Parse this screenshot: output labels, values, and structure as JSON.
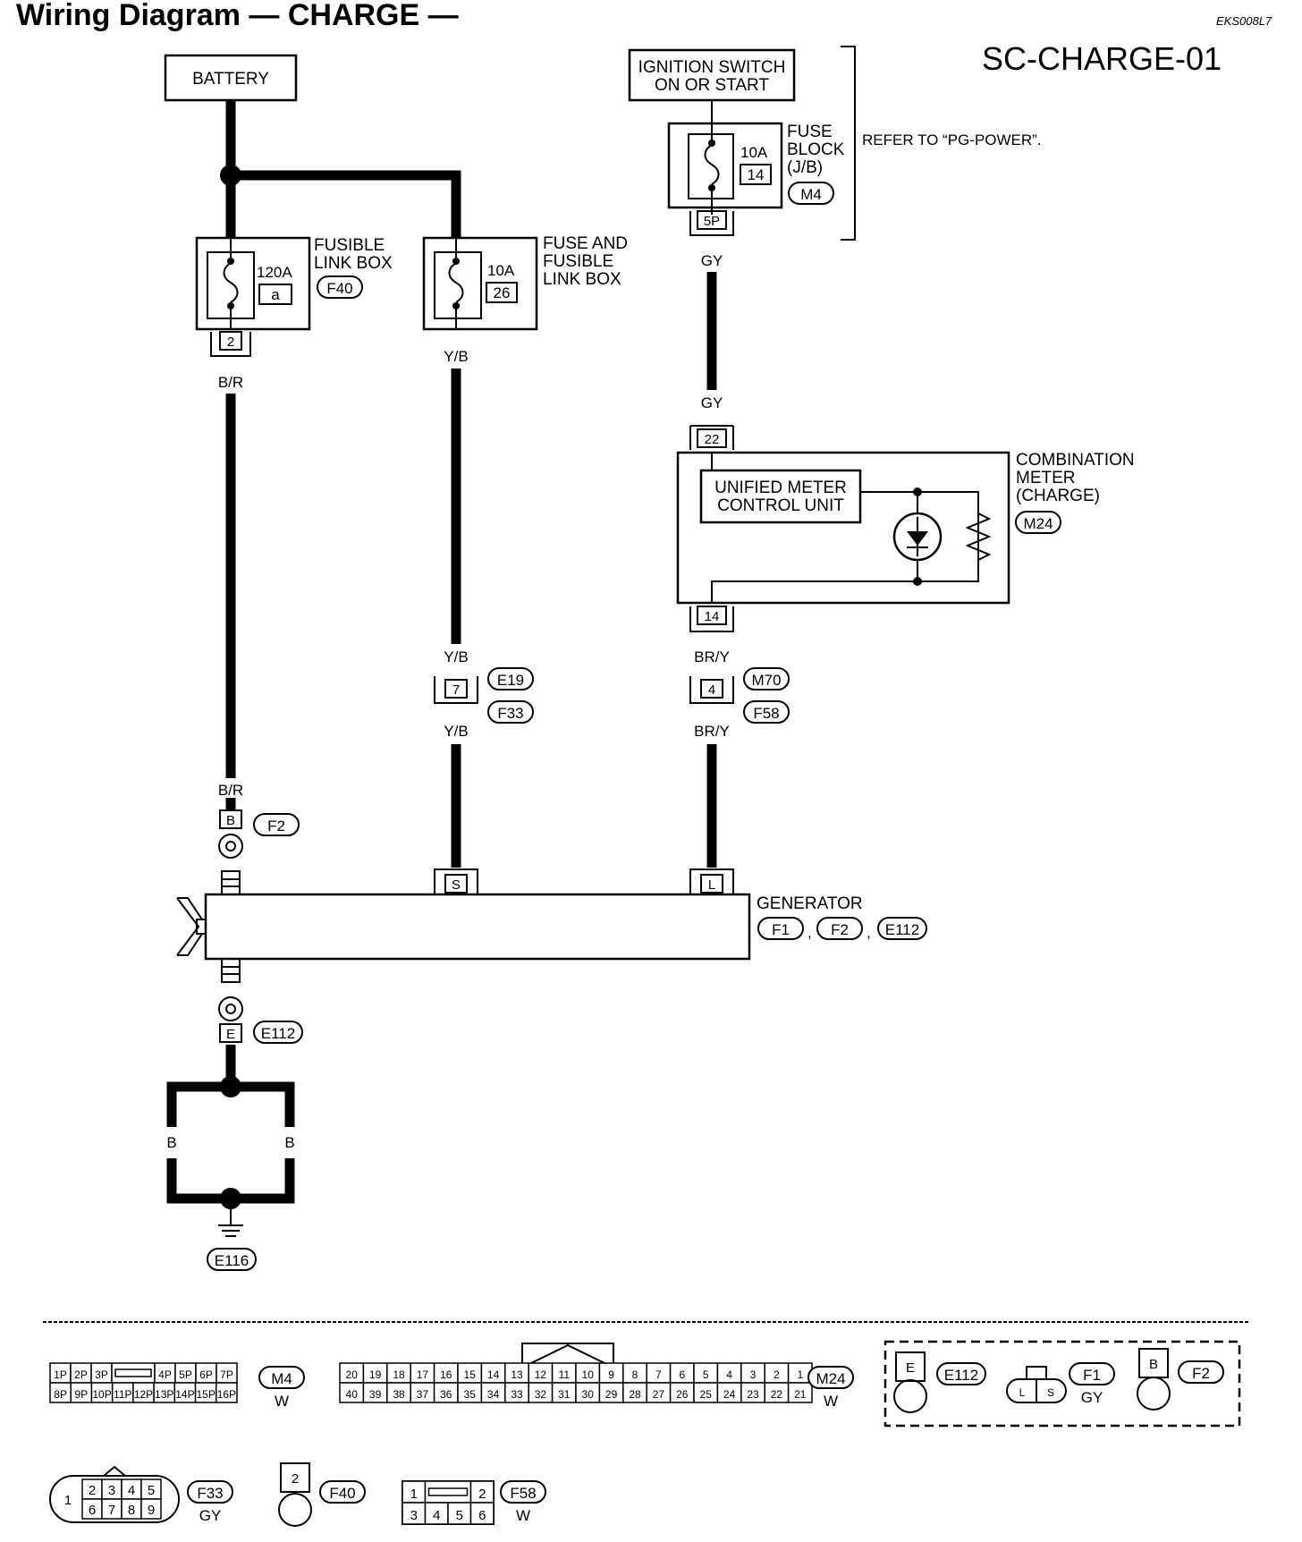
{
  "header": {
    "title": "Wiring Diagram — CHARGE —",
    "doc_ref": "EKS008L7",
    "diagram_code": "SC-CHARGE-01"
  },
  "components": {
    "battery": "BATTERY",
    "ignition_line1": "IGNITION SWITCH",
    "ignition_line2": "ON OR START",
    "refer_note": "REFER TO “PG-POWER”.",
    "fuse_block": {
      "l1": "FUSE",
      "l2": "BLOCK",
      "l3": "(J/B)",
      "amp": "10A",
      "num": "14",
      "conn": "M4",
      "pin": "5P"
    },
    "fusible_link": {
      "l1": "FUSIBLE",
      "l2": "LINK BOX",
      "amp": "120A",
      "num": "a",
      "conn": "F40",
      "pin": "2"
    },
    "fuse_and_fusible": {
      "l1": "FUSE AND",
      "l2": "FUSIBLE",
      "l3": "LINK BOX",
      "amp": "10A",
      "num": "26"
    },
    "combination_meter": {
      "l1": "COMBINATION",
      "l2": "METER",
      "l3": "(CHARGE)",
      "conn": "M24",
      "unit1": "UNIFIED METER",
      "unit2": "CONTROL UNIT",
      "pin_top": "22",
      "pin_bottom": "14"
    },
    "generator": {
      "name": "GENERATOR",
      "conns": [
        "F1",
        "F2",
        "E112"
      ],
      "pin_s": "S",
      "pin_l": "L",
      "comma": ","
    },
    "ground_conn": "E116"
  },
  "wires": {
    "br": "B/R",
    "yb": "Y/B",
    "gy": "GY",
    "bry": "BR/Y",
    "b": "B"
  },
  "connectors": {
    "e19": "E19",
    "f33": "F33",
    "pin7": "7",
    "m70": "M70",
    "f58": "F58",
    "pin4": "4",
    "pinB": "B",
    "f2": "F2",
    "pinE": "E",
    "e112": "E112"
  },
  "legend": {
    "m4": {
      "name": "M4",
      "color": "W",
      "top": [
        "1P",
        "2P",
        "3P",
        "",
        "4P",
        "5P",
        "6P",
        "7P"
      ],
      "bottom": [
        "8P",
        "9P",
        "10P",
        "11P",
        "12P",
        "13P",
        "14P",
        "15P",
        "16P"
      ]
    },
    "m24": {
      "name": "M24",
      "color": "W",
      "top": [
        "20",
        "19",
        "18",
        "17",
        "16",
        "15",
        "14",
        "13",
        "12",
        "11",
        "10",
        "9",
        "8",
        "7",
        "6",
        "5",
        "4",
        "3",
        "2",
        "1"
      ],
      "bottom": [
        "40",
        "39",
        "38",
        "37",
        "36",
        "35",
        "34",
        "33",
        "32",
        "31",
        "30",
        "29",
        "28",
        "27",
        "26",
        "25",
        "24",
        "23",
        "22",
        "21"
      ]
    },
    "e112": {
      "name": "E112",
      "pin": "E"
    },
    "f1": {
      "name": "F1",
      "color": "GY",
      "pins": [
        "L",
        "S"
      ]
    },
    "f2": {
      "name": "F2",
      "pin": "B"
    },
    "f33": {
      "name": "F33",
      "color": "GY",
      "pin1": "1",
      "top": [
        "2",
        "3",
        "4",
        "5"
      ],
      "bottom": [
        "6",
        "7",
        "8",
        "9"
      ]
    },
    "f40": {
      "name": "F40",
      "pin": "2"
    },
    "f58": {
      "name": "F58",
      "color": "W",
      "top": [
        "1",
        "2"
      ],
      "bottom": [
        "3",
        "4",
        "5",
        "6"
      ]
    }
  }
}
